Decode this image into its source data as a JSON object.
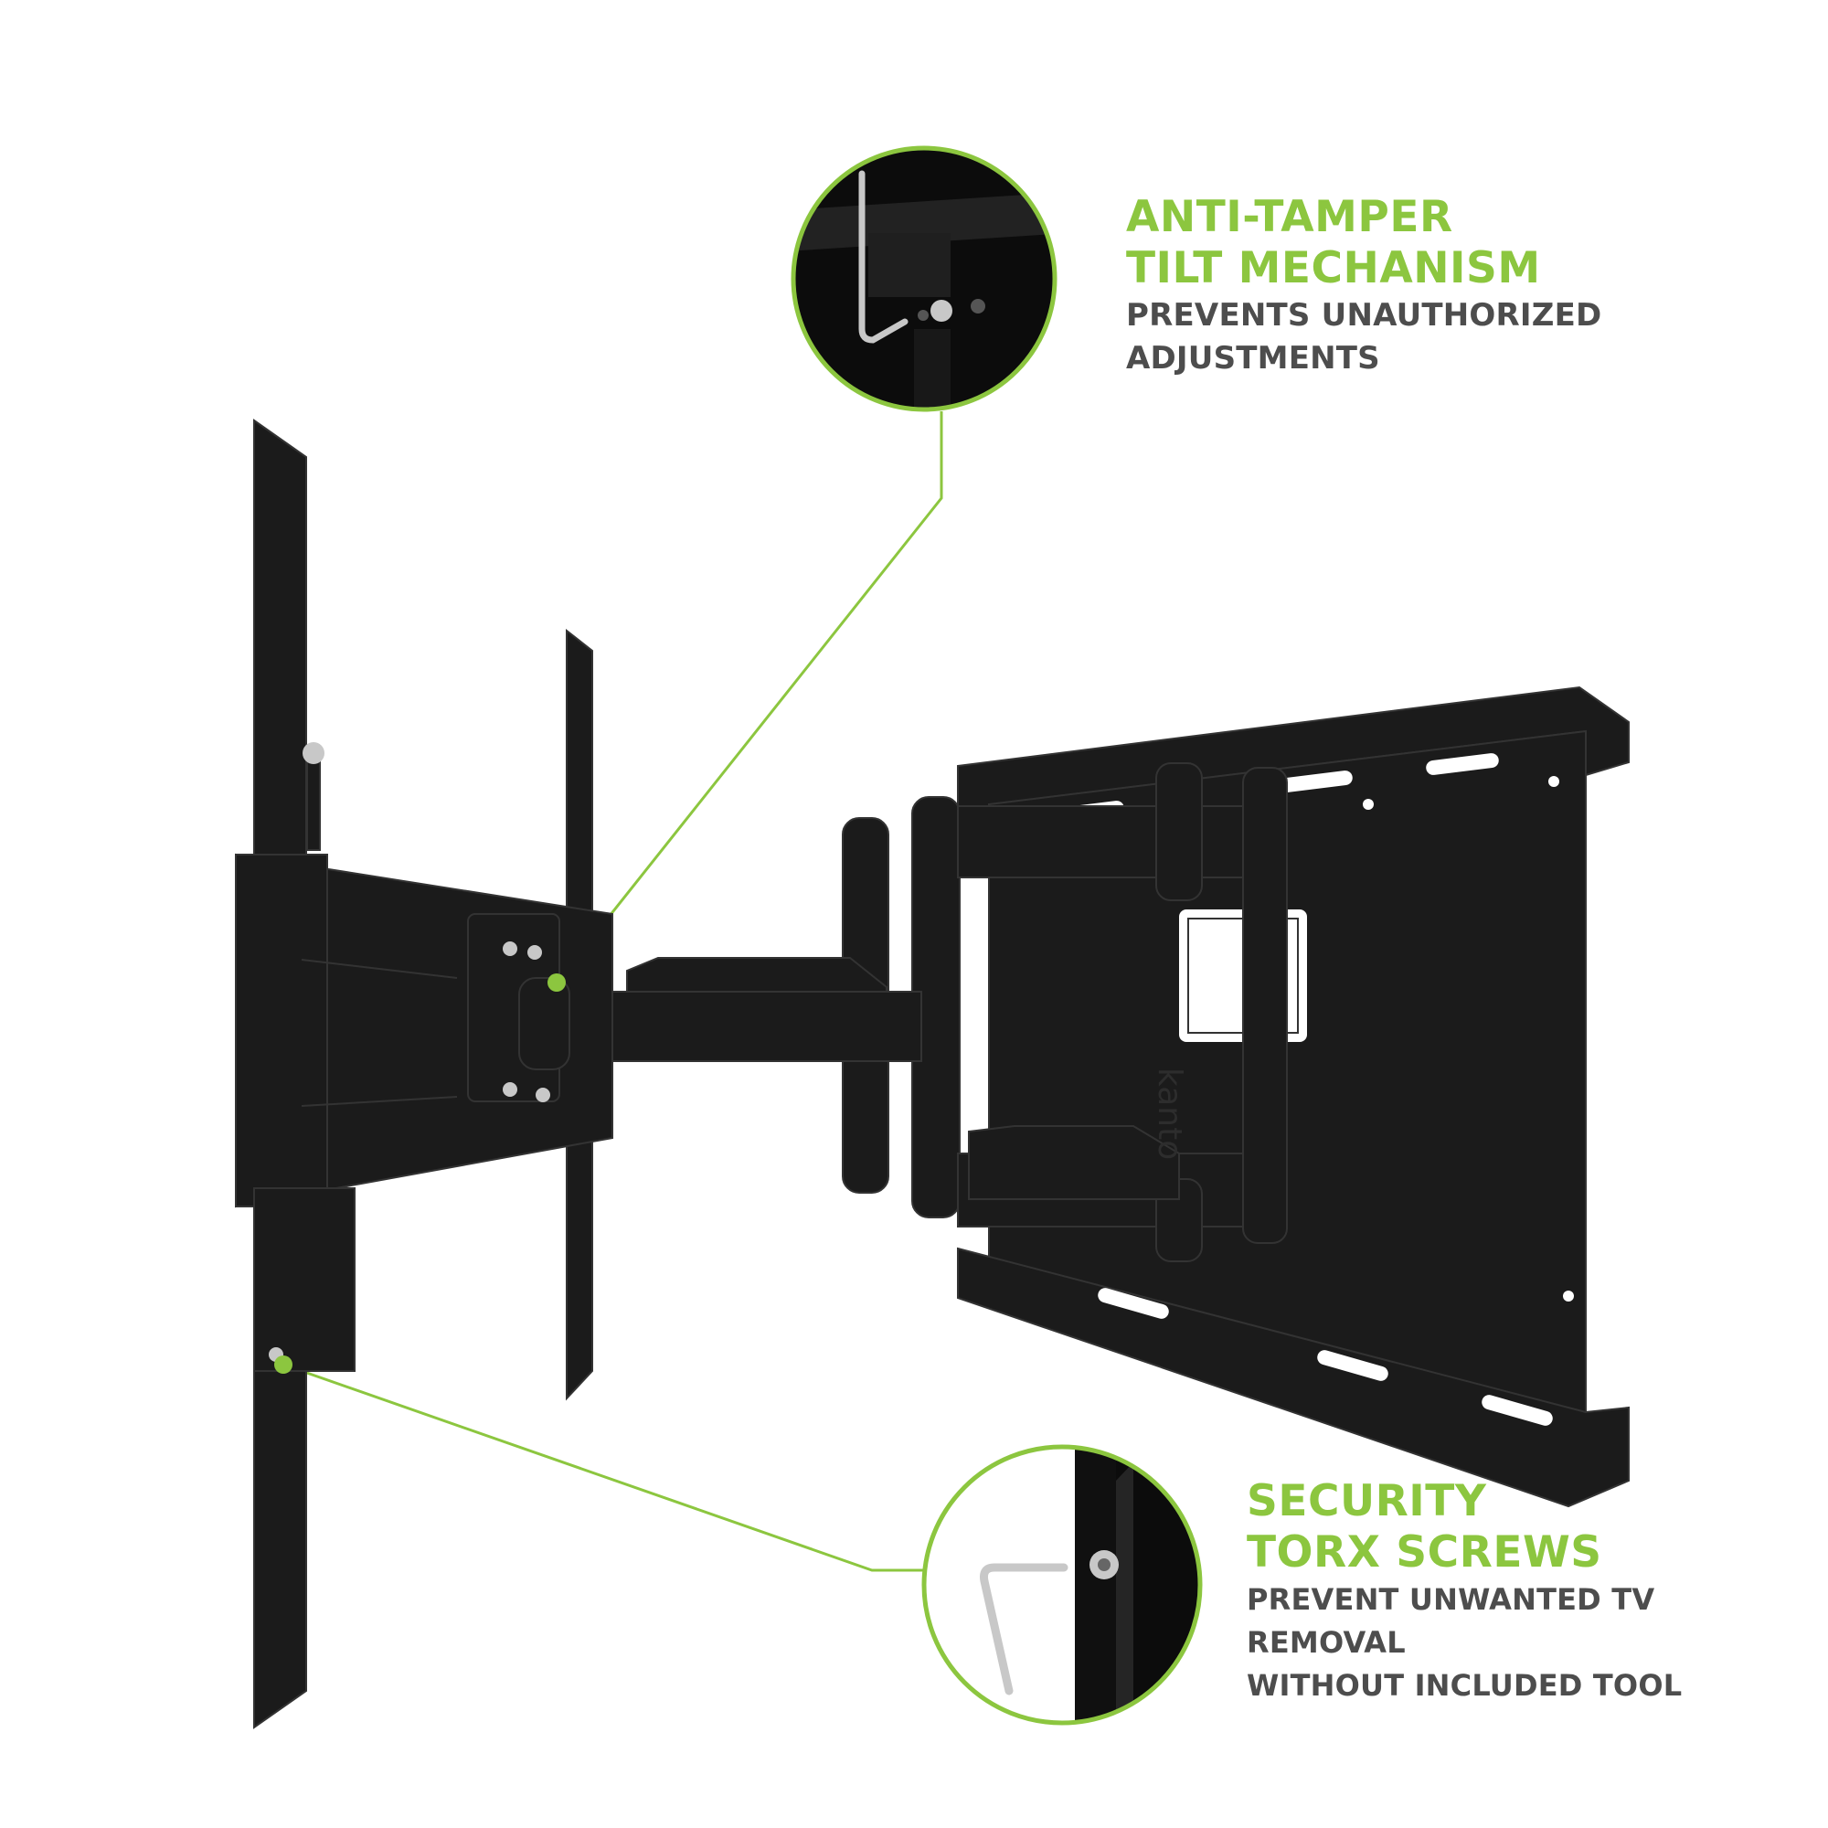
{
  "colors": {
    "accent_green": "#8cc63f",
    "text_gray": "#4d4d4d",
    "mount_black": "#1b1b1b",
    "mount_edge": "#333333",
    "background": "#ffffff",
    "steel": "#c8c8c8"
  },
  "callouts": {
    "anti_tamper": {
      "title_line1": "ANTI-TAMPER",
      "title_line2": "TILT MECHANISM",
      "desc_line1": "PREVENTS UNAUTHORIZED",
      "desc_line2": "ADJUSTMENTS"
    },
    "torx": {
      "title_line1": "SECURITY",
      "title_line2": "TORX SCREWS",
      "desc_line1": "PREVENT UNWANTED TV REMOVAL",
      "desc_line2": "WITHOUT INCLUDED TOOL"
    }
  },
  "product": {
    "brand_mark": "kanto"
  },
  "icons": {
    "detail_top": "tilt-mechanism-detail",
    "detail_bottom": "torx-screw-detail",
    "tool": "hex-key-icon"
  }
}
